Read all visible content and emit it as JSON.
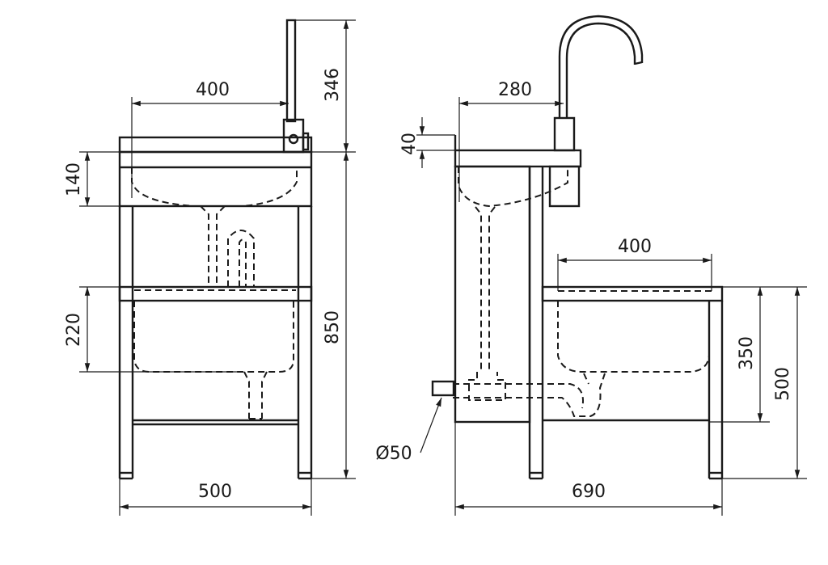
{
  "front_view": {
    "dims": {
      "basin_width": "400",
      "faucet_height": "346",
      "upper_basin_depth": "140",
      "lower_basin_depth": "220",
      "total_height": "850",
      "width": "500"
    }
  },
  "side_view": {
    "dims": {
      "faucet_reach": "280",
      "rim_height": "40",
      "lower_basin_width": "400",
      "lower_basin_depth": "350",
      "lower_height": "500",
      "depth": "690",
      "drain_diameter": "Ø50"
    }
  },
  "colors": {
    "line": "#1a1a1a",
    "background": "#ffffff"
  }
}
